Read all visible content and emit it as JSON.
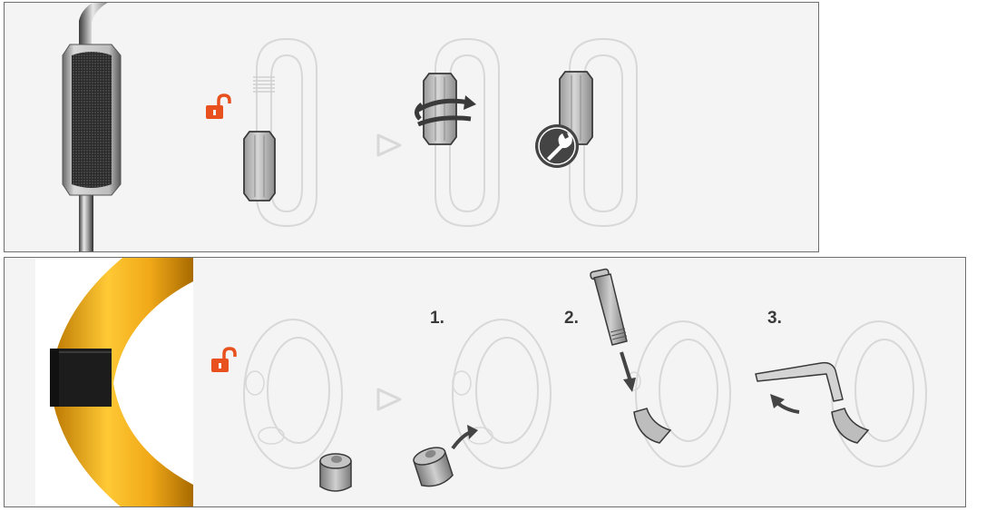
{
  "panels": {
    "top": {
      "photo": "steel-quick-link-photo",
      "icons": [
        "padlock-open-icon",
        "play-arrow-icon",
        "rotate-arrows-icon",
        "wrench-icon"
      ]
    },
    "bottom": {
      "photo": "aluminium-ring-photo",
      "icons": [
        "padlock-open-icon",
        "play-arrow-icon",
        "arrow-icon",
        "allen-key-icon"
      ],
      "steps": [
        {
          "label": "1."
        },
        {
          "label": "2."
        },
        {
          "label": "3."
        }
      ]
    }
  },
  "colors": {
    "accent_orange": "#e8501e",
    "ring_gold": "#f0a818",
    "sleeve_black": "#1c1c1c",
    "outline_light": "#d8d8d8",
    "dark_icon": "#444444"
  }
}
